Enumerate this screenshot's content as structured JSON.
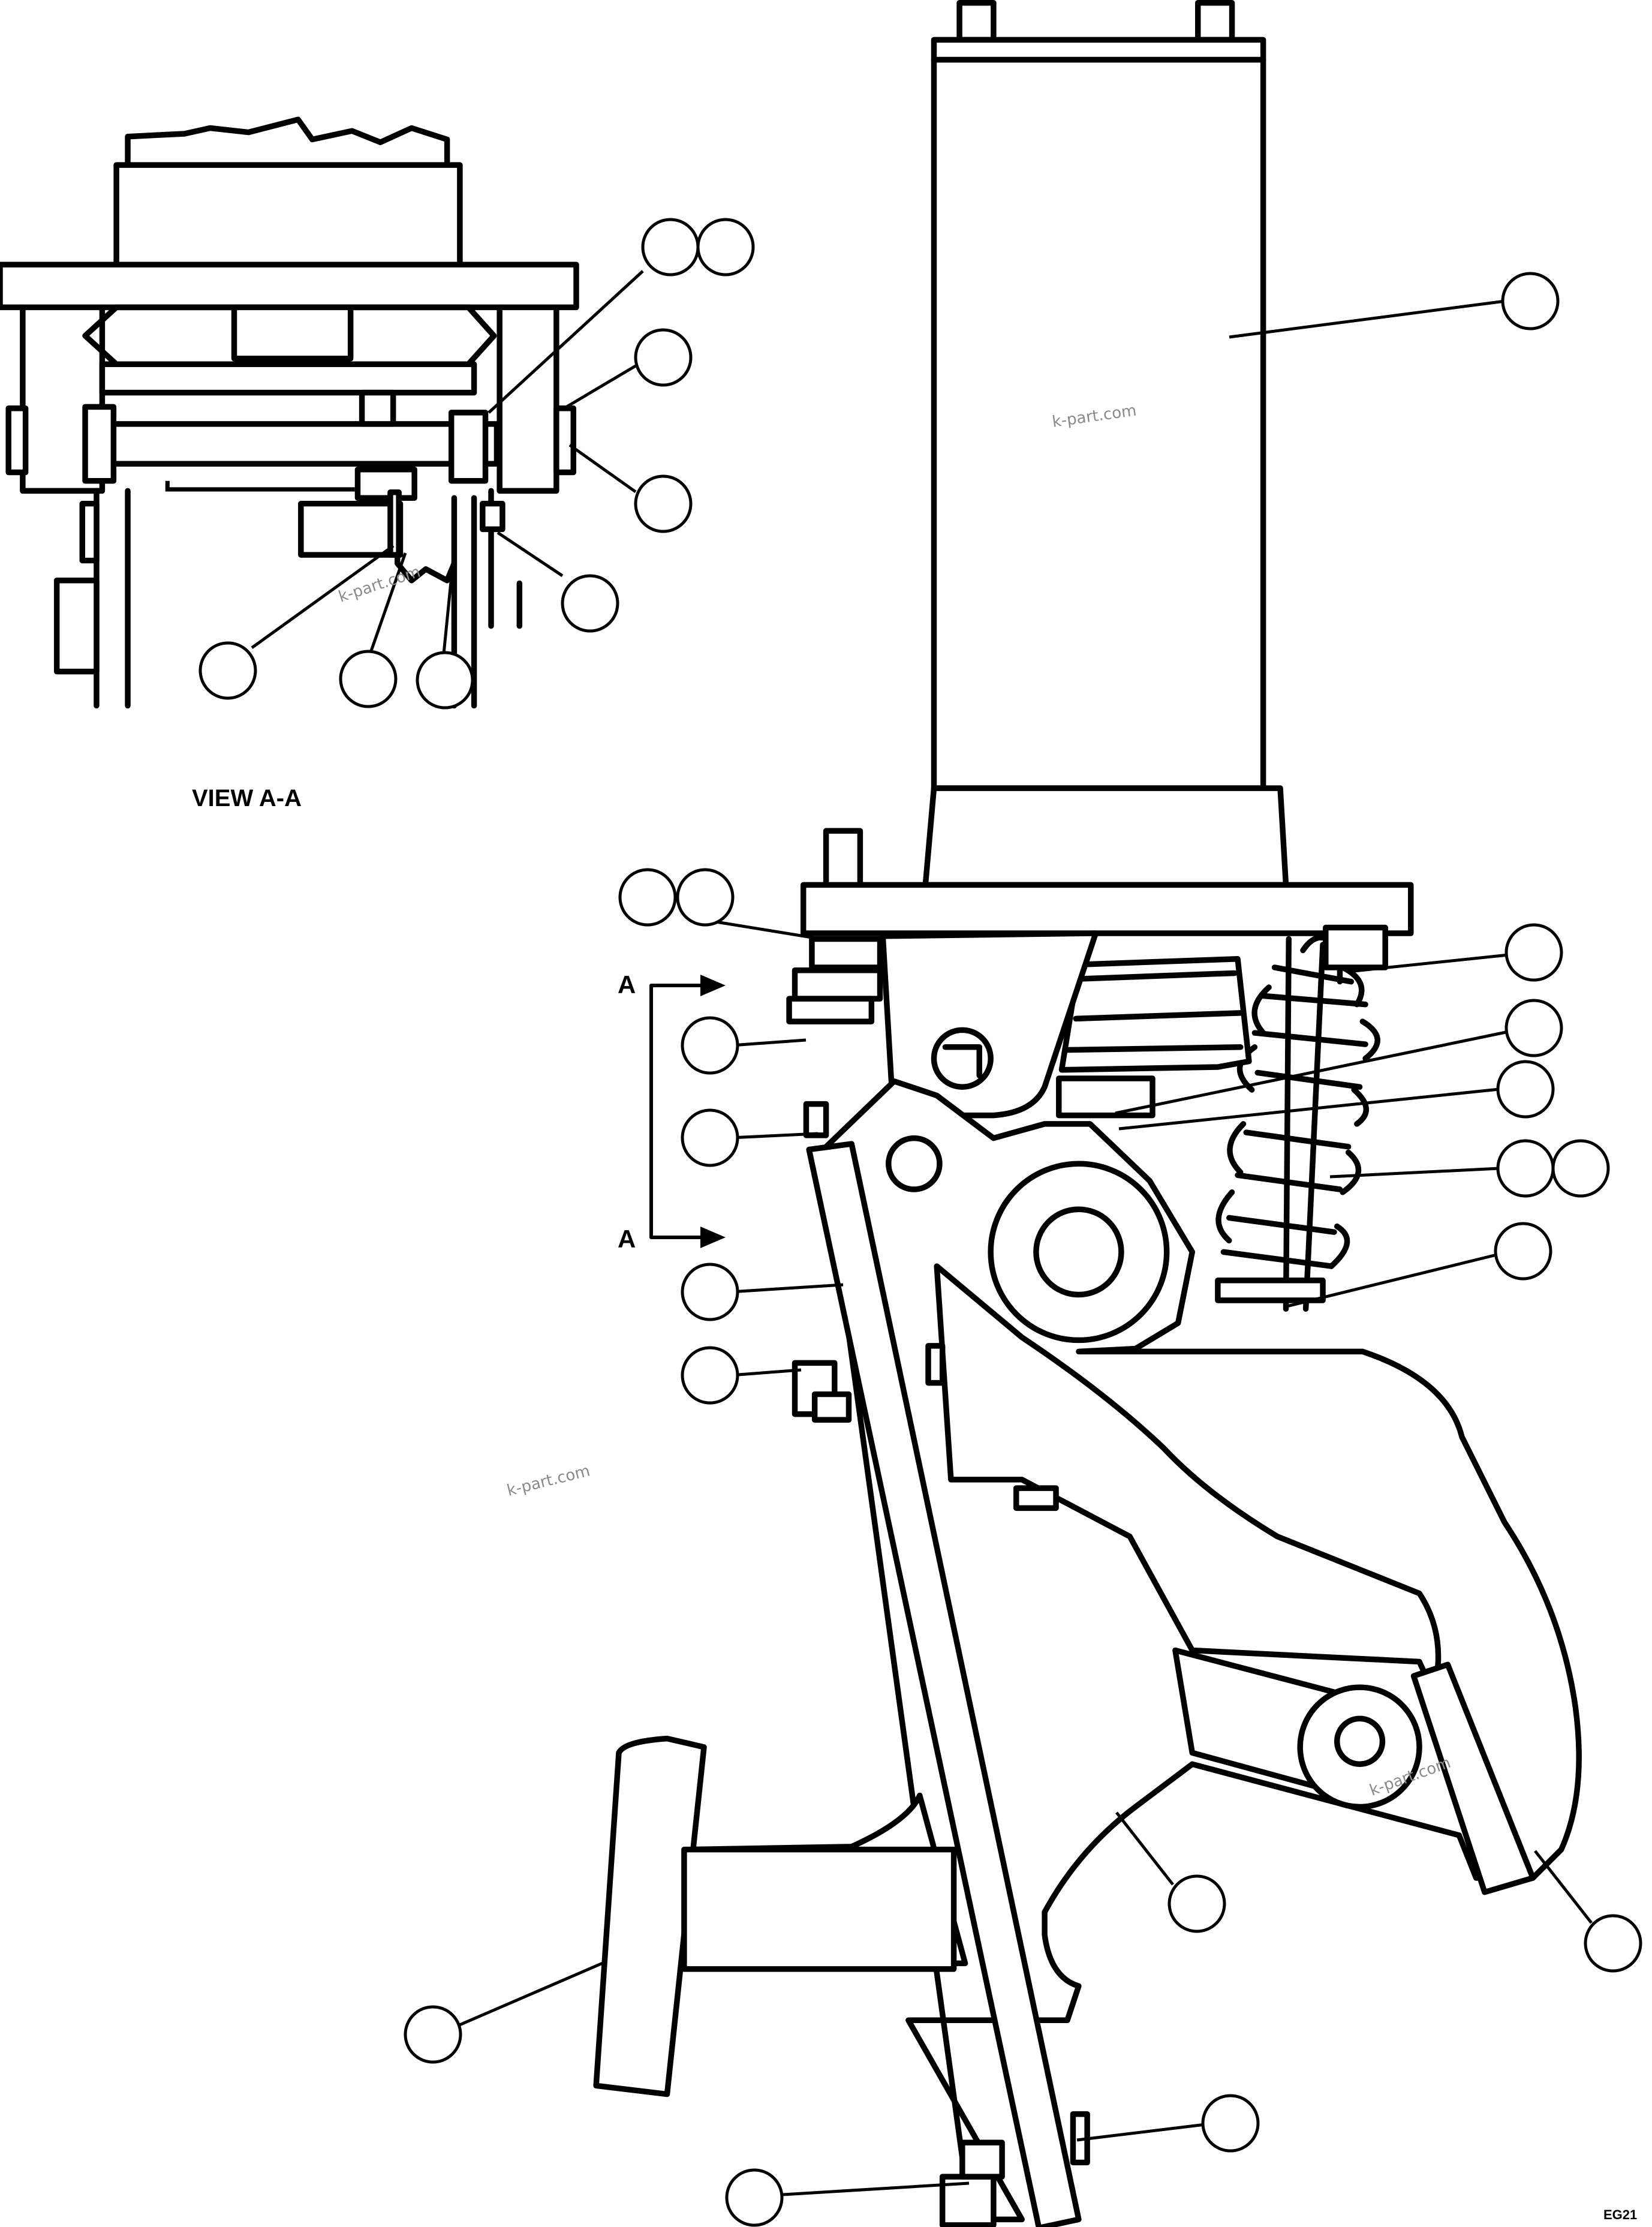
{
  "view_label": "VIEW A-A",
  "section_marker": "A",
  "watermark_text": "k-part.com",
  "drawing_code": "EG21",
  "balloons_view": [
    {
      "id": "v-b1",
      "label": ""
    },
    {
      "id": "v-b2",
      "label": ""
    },
    {
      "id": "v-b3",
      "label": ""
    },
    {
      "id": "v-b4",
      "label": ""
    },
    {
      "id": "v-b5",
      "label": ""
    },
    {
      "id": "v-b6",
      "label": ""
    },
    {
      "id": "v-b7",
      "label": ""
    },
    {
      "id": "v-b8",
      "label": ""
    }
  ],
  "balloons_main": [
    {
      "id": "m-b1",
      "label": ""
    },
    {
      "id": "m-b2",
      "label": ""
    },
    {
      "id": "m-b3",
      "label": ""
    },
    {
      "id": "m-b4",
      "label": ""
    },
    {
      "id": "m-b5",
      "label": ""
    },
    {
      "id": "m-b6",
      "label": ""
    },
    {
      "id": "m-b7",
      "label": ""
    },
    {
      "id": "m-b8",
      "label": ""
    },
    {
      "id": "m-b9",
      "label": ""
    },
    {
      "id": "m-b10",
      "label": ""
    },
    {
      "id": "m-b11",
      "label": ""
    },
    {
      "id": "m-b12",
      "label": ""
    },
    {
      "id": "m-b13",
      "label": ""
    },
    {
      "id": "m-b14",
      "label": ""
    },
    {
      "id": "m-b15",
      "label": ""
    },
    {
      "id": "m-b16",
      "label": ""
    },
    {
      "id": "m-b17",
      "label": ""
    },
    {
      "id": "m-b18",
      "label": ""
    },
    {
      "id": "m-b19",
      "label": ""
    },
    {
      "id": "m-b20",
      "label": ""
    }
  ]
}
